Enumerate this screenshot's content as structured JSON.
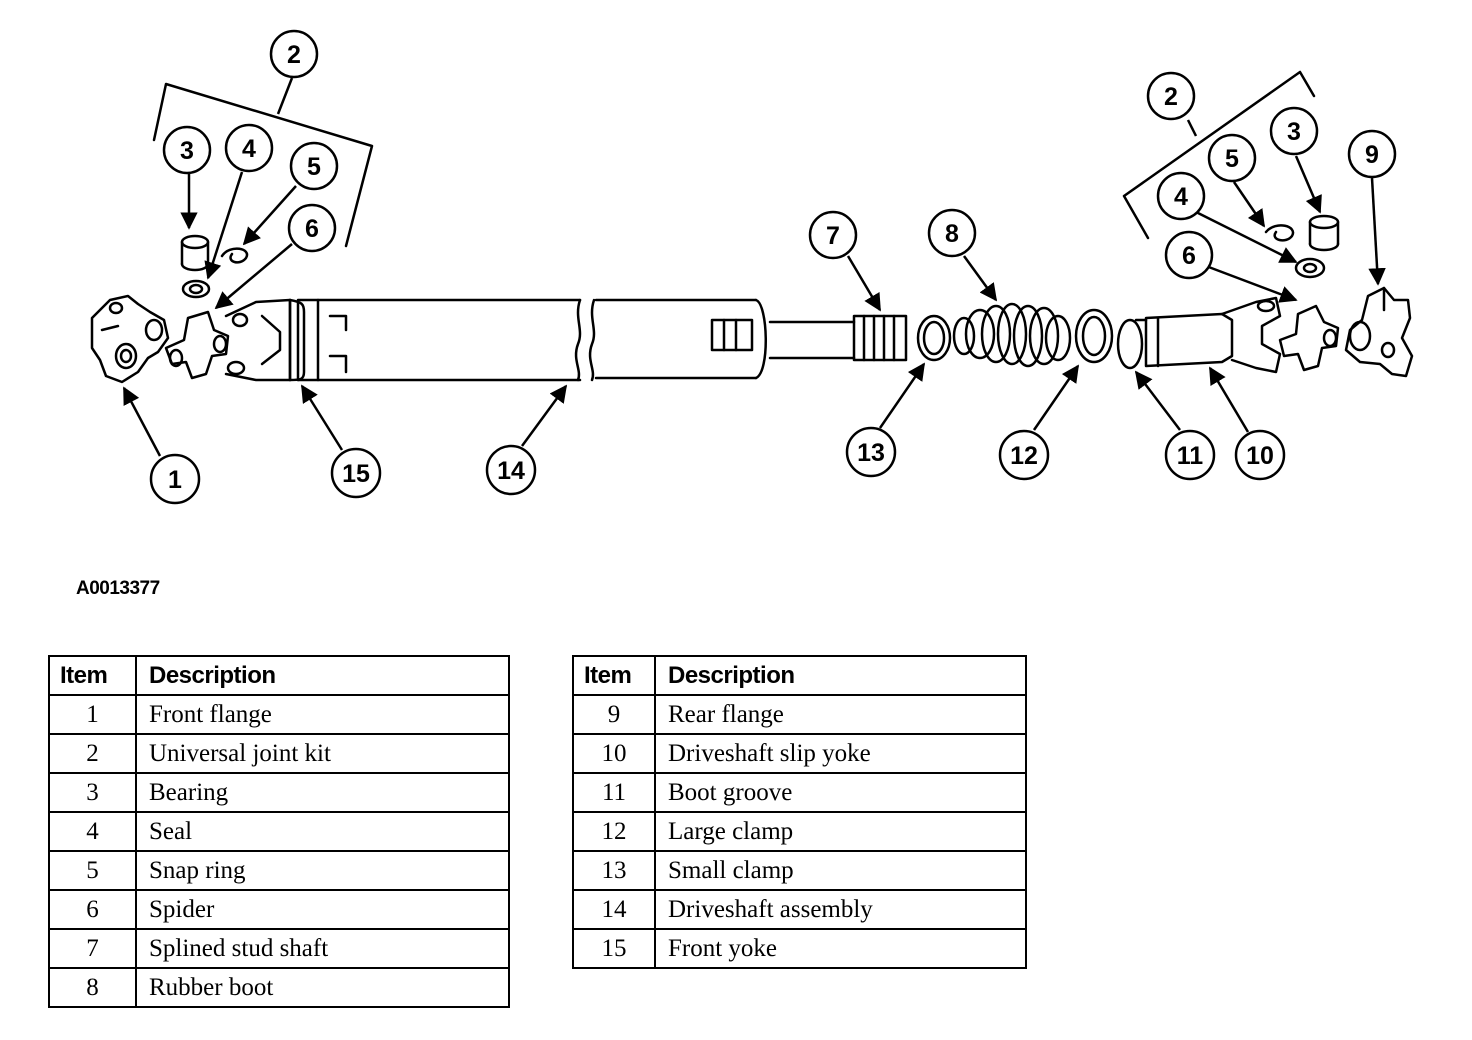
{
  "figure_id": "A0013377",
  "callouts": {
    "c1": "1",
    "c2_left": "2",
    "c3_left": "3",
    "c4_left": "4",
    "c5_left": "5",
    "c6_left": "6",
    "c7": "7",
    "c8": "8",
    "c9": "9",
    "c10": "10",
    "c11": "11",
    "c12": "12",
    "c13": "13",
    "c14": "14",
    "c15": "15",
    "c2_right": "2",
    "c3_right": "3",
    "c4_right": "4",
    "c5_right": "5",
    "c6_right": "6"
  },
  "legend_left": {
    "headers": [
      "Item",
      "Description"
    ],
    "rows": [
      {
        "item": "1",
        "desc": "Front flange"
      },
      {
        "item": "2",
        "desc": "Universal joint kit"
      },
      {
        "item": "3",
        "desc": "Bearing"
      },
      {
        "item": "4",
        "desc": "Seal"
      },
      {
        "item": "5",
        "desc": "Snap ring"
      },
      {
        "item": "6",
        "desc": "Spider"
      },
      {
        "item": "7",
        "desc": "Splined stud shaft"
      },
      {
        "item": "8",
        "desc": "Rubber boot"
      }
    ]
  },
  "legend_right": {
    "headers": [
      "Item",
      "Description"
    ],
    "rows": [
      {
        "item": "9",
        "desc": "Rear flange"
      },
      {
        "item": "10",
        "desc": "Driveshaft slip yoke"
      },
      {
        "item": "11",
        "desc": "Boot groove"
      },
      {
        "item": "12",
        "desc": "Large clamp"
      },
      {
        "item": "13",
        "desc": "Small clamp"
      },
      {
        "item": "14",
        "desc": "Driveshaft assembly"
      },
      {
        "item": "15",
        "desc": "Front yoke"
      }
    ]
  }
}
